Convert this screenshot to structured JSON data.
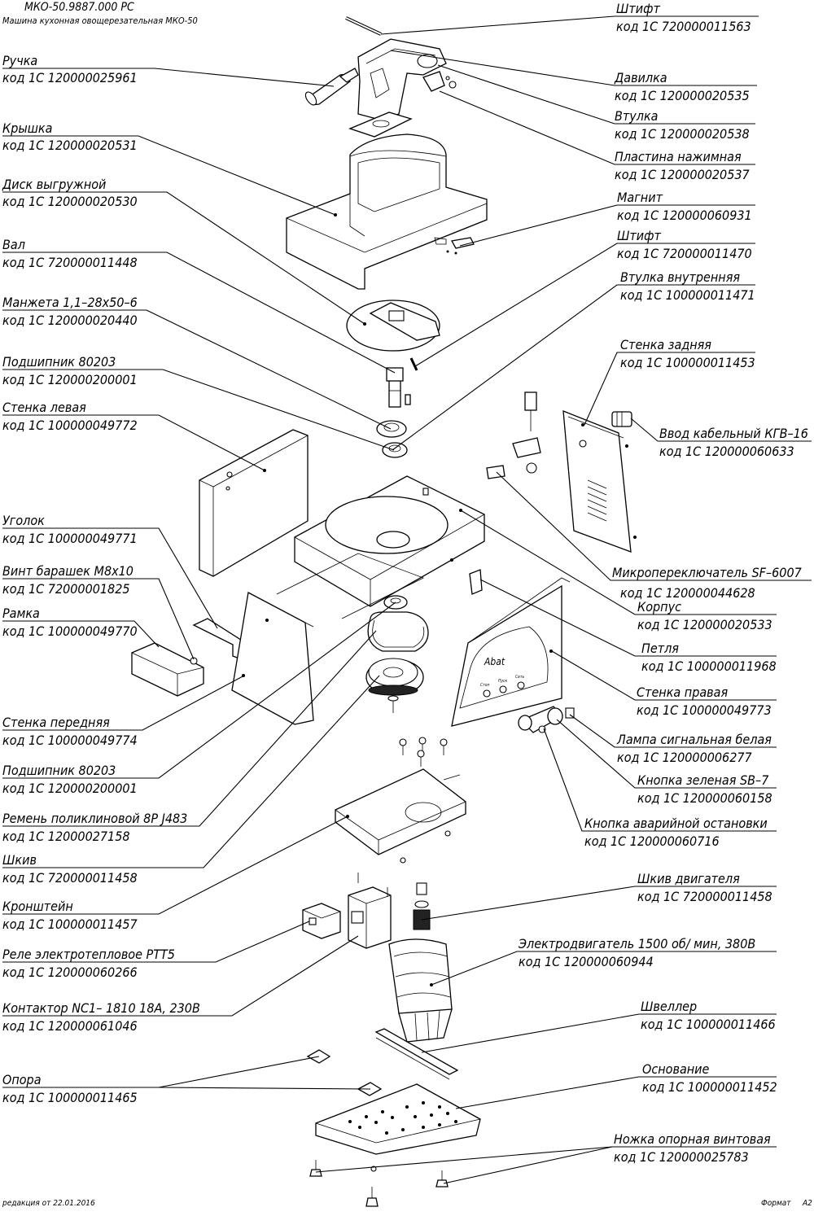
{
  "header": {
    "doc_number": "МКО-50.9887.000 РС",
    "subtitle": "Машина  кухонная овощерезательная  МКО-50"
  },
  "footer": {
    "edition": "редакция от 22.01.2016",
    "format_label": "Формат",
    "format_value": "А2"
  },
  "parts": [
    {
      "id": "shtift-1",
      "name": "Штифт",
      "code": "код 1С 720000011563"
    },
    {
      "id": "ruchka",
      "name": "Ручка",
      "code": "код 1С 120000025961"
    },
    {
      "id": "davilka",
      "name": "Давилка",
      "code": "код 1С 120000020535"
    },
    {
      "id": "vtulka",
      "name": "Втулка",
      "code": "код 1С 120000020538"
    },
    {
      "id": "kryshka",
      "name": "Крышка",
      "code": "код 1С 120000020531"
    },
    {
      "id": "plastina",
      "name": "Пластина нажимная",
      "code": "код 1С 120000020537"
    },
    {
      "id": "disk",
      "name": "Диск выгружной",
      "code": "код 1С 120000020530"
    },
    {
      "id": "magnit",
      "name": "Магнит",
      "code": "код 1С 120000060931"
    },
    {
      "id": "shtift-2",
      "name": "Штифт",
      "code": "код 1С 720000011470"
    },
    {
      "id": "val",
      "name": "Вал",
      "code": "код 1С 720000011448"
    },
    {
      "id": "vtulka-vn",
      "name": "Втулка внутренняя",
      "code": "код 1С 100000011471"
    },
    {
      "id": "manzheta",
      "name": "Манжета 1,1–28х50–6",
      "code": "код 1С 120000020440"
    },
    {
      "id": "stenka-zad",
      "name": "Стенка задняя",
      "code": "код 1С 100000011453"
    },
    {
      "id": "podshipnik-1",
      "name": "Подшипник 80203",
      "code": "код 1С 120000200001"
    },
    {
      "id": "stenka-lev",
      "name": "Стенка левая",
      "code": "код 1С 100000049772"
    },
    {
      "id": "vvod",
      "name": "Ввод кабельный КГВ–16",
      "code": "код 1С 120000060633"
    },
    {
      "id": "ugolok",
      "name": "Уголок",
      "code": "код 1С 100000049771"
    },
    {
      "id": "mikro",
      "name": "Микропереключатель SF–6007",
      "code": "код 1С 120000044628"
    },
    {
      "id": "vint",
      "name": "Винт барашек М8х10",
      "code": "код 1С 72000001825"
    },
    {
      "id": "korpus",
      "name": "Корпус",
      "code": "код 1С 120000020533"
    },
    {
      "id": "ramka",
      "name": "Рамка",
      "code": "код 1С 100000049770"
    },
    {
      "id": "petlya",
      "name": "Петля",
      "code": "код 1С 100000011968"
    },
    {
      "id": "stenka-prav",
      "name": "Стенка правая",
      "code": "код 1С 100000049773"
    },
    {
      "id": "stenka-per",
      "name": "Стенка передняя",
      "code": "код 1С 100000049774"
    },
    {
      "id": "lampa",
      "name": "Лампа сигнальная белая",
      "code": "код 1С 120000006277"
    },
    {
      "id": "podshipnik-2",
      "name": "Подшипник 80203",
      "code": "код 1С 120000200001"
    },
    {
      "id": "knopka-zel",
      "name": "Кнопка зеленая SB–7",
      "code": "код 1С 120000060158"
    },
    {
      "id": "remen",
      "name": "Ремень поликлиновой 8Р J483",
      "code": "код 1С 12000027158"
    },
    {
      "id": "knopka-av",
      "name": "Кнопка аварийной остановки",
      "code": "код 1С 120000060716"
    },
    {
      "id": "shkiv",
      "name": "Шкив",
      "code": "код 1С 720000011458"
    },
    {
      "id": "shkiv-dv",
      "name": "Шкив двигателя",
      "code": "код 1С 720000011458"
    },
    {
      "id": "kronshtein",
      "name": "Кронштейн",
      "code": "код 1С 100000011457"
    },
    {
      "id": "rele",
      "name": "Реле электротепловое РТТ5",
      "code": "код 1С 120000060266"
    },
    {
      "id": "dvigatel",
      "name": "Электродвигатель 1500 об/ мин, 380В",
      "code": "код 1С 120000060944"
    },
    {
      "id": "kontaktor",
      "name": "Контактор NC1– 1810 18А, 230В",
      "code": "код 1С 120000061046"
    },
    {
      "id": "shveller",
      "name": "Швеллер",
      "code": "код 1С 100000011466"
    },
    {
      "id": "opora",
      "name": "Опора",
      "code": "код 1С 100000011465"
    },
    {
      "id": "osnovanie",
      "name": "Основание",
      "code": "код 1С 100000011452"
    },
    {
      "id": "nozhka",
      "name": "Ножка опорная винтовая",
      "code": "код 1С 120000025783"
    }
  ],
  "panel_text": {
    "brand": "Abat",
    "btn1": "Стоп",
    "btn2": "Пуск",
    "btn3": "Сеть"
  }
}
